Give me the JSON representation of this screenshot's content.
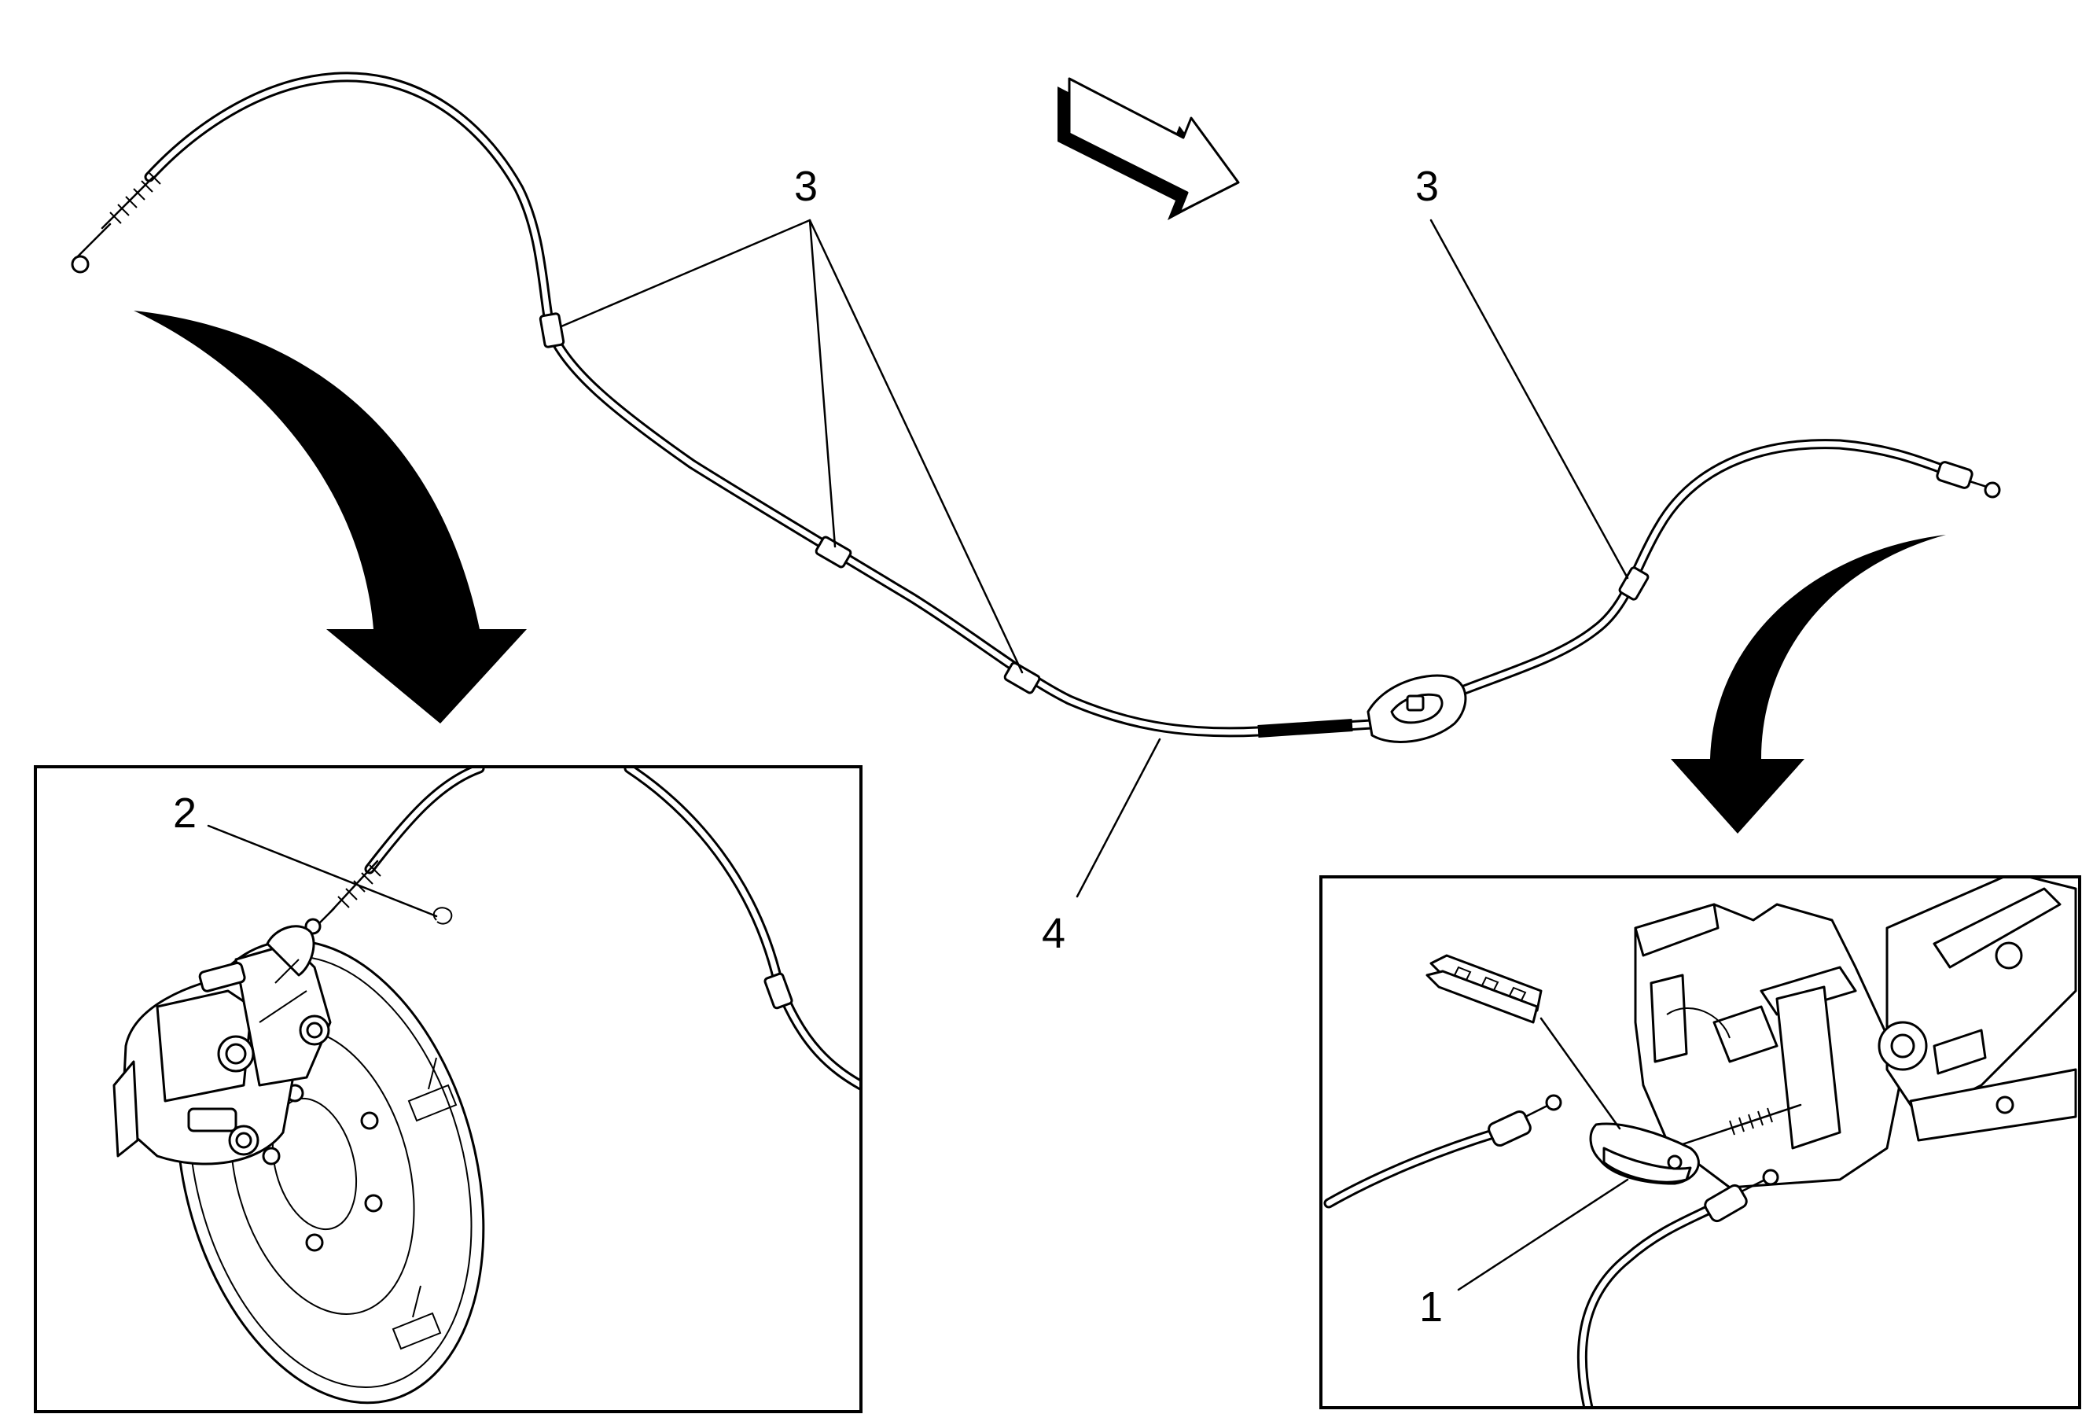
{
  "callouts": {
    "retainer_clip": "3",
    "return_spring_clip": "2",
    "cable_number": "4",
    "equalizer": "1"
  }
}
